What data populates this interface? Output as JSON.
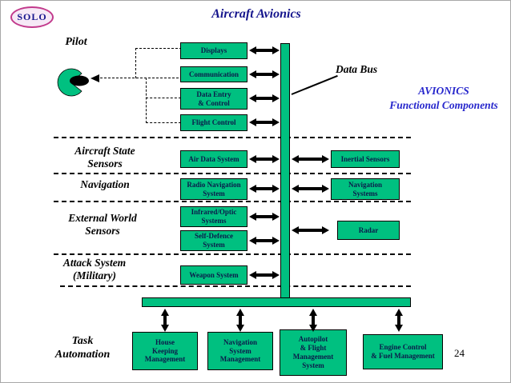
{
  "slide": {
    "badge": "SOLO",
    "title": "Aircraft Avionics",
    "page_number": "24"
  },
  "labels": {
    "pilot": "Pilot",
    "data_bus": "Data Bus",
    "avionics": "AVIONICS\nFunctional Components",
    "aircraft_state_sensors": "Aircraft State\nSensors",
    "navigation": "Navigation",
    "external_world_sensors": "External World\nSensors",
    "attack_system": "Attack System\n(Military)",
    "task_automation": "Task\nAutomation"
  },
  "boxes": {
    "displays": "Displays",
    "communication": "Communication",
    "data_entry": "Data Entry\n& Control",
    "flight_control": "Flight Control",
    "air_data": "Air Data System",
    "radio_nav": "Radio Navigation\nSystem",
    "infrared": "Infrared/Optic\nSystems",
    "self_defence": "Self-Defence\nSystem",
    "weapon": "Weapon System",
    "inertial": "Inertial Sensors",
    "nav_systems": "Navigation\nSystems",
    "radar": "Radar",
    "house_keeping": "House\nKeeping\nManagement",
    "nav_management": "Navigation\nSystem\nManagement",
    "autopilot": "Autopilot\n& Flight\nManagement\nSystem",
    "engine": "Engine Control\n& Fuel Management"
  },
  "colors": {
    "box_green": "#00c080",
    "title_blue": "#14148c",
    "avionics_blue": "#2626cc",
    "badge_outline": "#c23a8c",
    "badge_fill": "#f6e9f6"
  }
}
